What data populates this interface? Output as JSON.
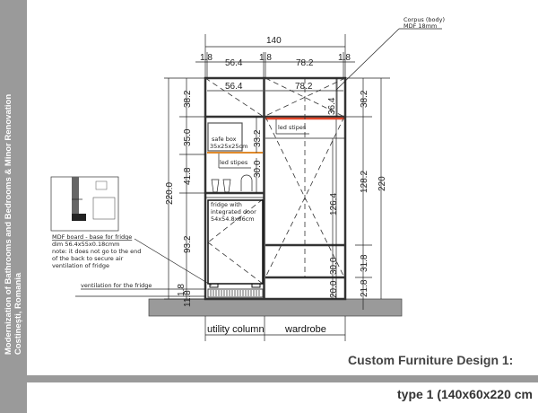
{
  "sidebar": {
    "line1": "Modernization of Bathrooms and Bedrooms & Minor Renovation",
    "line2": "Costinești, Romania"
  },
  "title": "Custom Furniture Design  1:",
  "subtitle": "type 1 (140x60x220 cm",
  "dimensions": {
    "total_width": "140",
    "board_a": "1.8",
    "width_left_top": "56.4",
    "board_b": "1.8",
    "width_right_top": "78.2",
    "board_c": "1.8",
    "width_left_inner": "56.4",
    "width_right_inner": "78.2",
    "right_top_inner": "36.4",
    "left_total_height": "220.0",
    "left_h1": "38.2",
    "left_h2": "35.0",
    "left_h3": "41.8",
    "left_h4": "93.2",
    "left_h5": "1.8",
    "left_h6": "11.8",
    "safe_height": "33.2",
    "shelf_gap": "30.0",
    "wardrobe_height": "126.4",
    "wardrobe_low1": "30.0",
    "wardrobe_low2": "20.0",
    "right_h1": "38.2",
    "right_h2": "128.2",
    "right_h3": "31.8",
    "right_h4": "21.8",
    "right_total_height": "220"
  },
  "notes": {
    "corpus_line1": "Corpus (body)",
    "corpus_line2": "MDF 18mm",
    "led_strips_right": "led stipes",
    "led_strips_left": "led stipes",
    "safe_box_line1": "safe box",
    "safe_box_line2": "35x25x25cm",
    "fridge_line1": "fridge with",
    "fridge_line2": "integrated door",
    "fridge_line3": "54x54.8x86cm",
    "mdf_line1": "MDF board - base for fridge",
    "mdf_line2": "dim 56.4x55x0.18cmm",
    "mdf_line3": "note: it does not go to the end",
    "mdf_line4": "of the back to secure air",
    "mdf_line5": "ventilation of fridge",
    "ventilation": "ventilation for the fridge",
    "utility_column": "utility column",
    "wardrobe": "wardrobe"
  },
  "colors": {
    "led_right": "#e0472b",
    "led_left": "#e08a2b",
    "frame_gray": "#9a9a9a"
  }
}
